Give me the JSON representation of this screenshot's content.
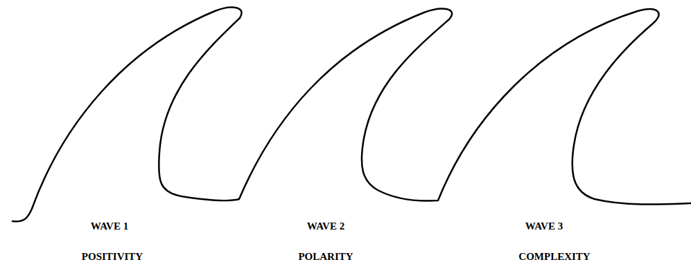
{
  "diagram": {
    "labels": [
      "WAVE 1",
      "POSITIVITY",
      "WAVE 2",
      "POLARITY",
      "WAVE 3",
      "COMPLEXITY"
    ]
  }
}
